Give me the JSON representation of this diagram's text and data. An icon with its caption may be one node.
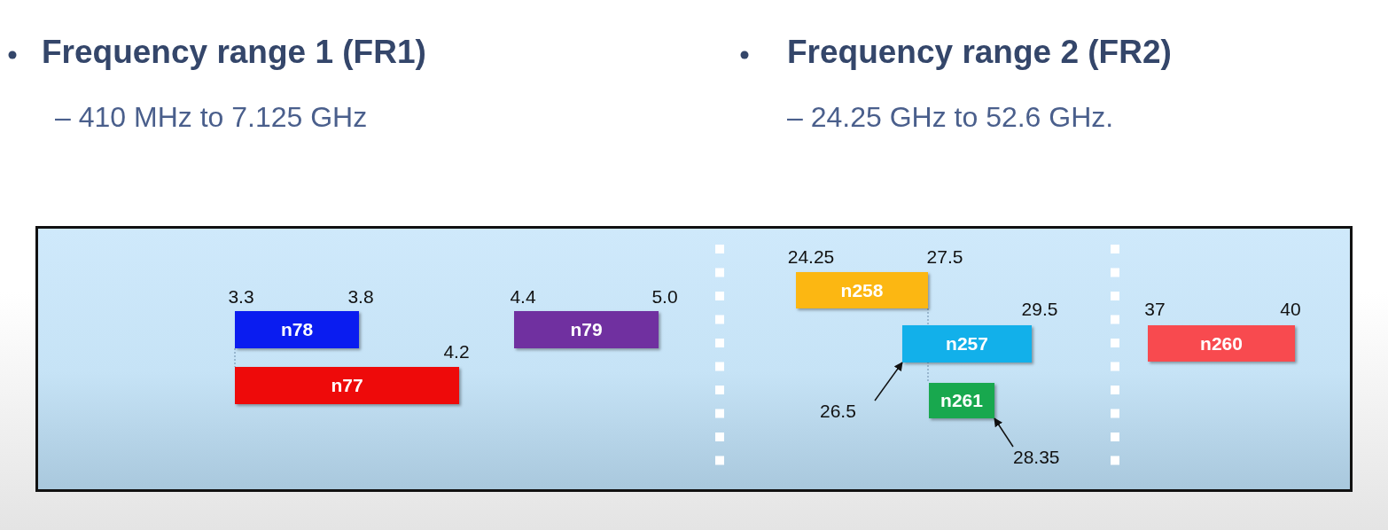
{
  "diagram": {
    "nodes": [
      {
        "text": [
          "n78"
        ]
      },
      {
        "text": [
          "n77"
        ]
      },
      {
        "text": [
          "n79"
        ]
      },
      {
        "text": [
          "n258"
        ]
      },
      {
        "text": [
          "n257"
        ]
      },
      {
        "text": [
          "n261"
        ]
      },
      {
        "text": [
          "n260"
        ]
      },
      {
        "text": [
          "26.5"
        ]
      },
      {
        "text": [
          "28.35"
        ]
      }
    ],
    "edges": [
      {
        "from": 7,
        "to": 4,
        "arrow": "to"
      },
      {
        "from": 8,
        "to": 5,
        "arrow": "to"
      }
    ],
    "labels": [
      "Frequency range 1 (FR1)",
      "Frequency range 2 (FR2)",
      "– 410 MHz to 7.125 GHz",
      "– 24.25 GHz to 52.6 GHz.",
      "24.25",
      "27.5",
      "3.3",
      "3.8",
      "4.4",
      "5.0",
      "29.5",
      "37",
      "40",
      "4.2"
    ]
  }
}
